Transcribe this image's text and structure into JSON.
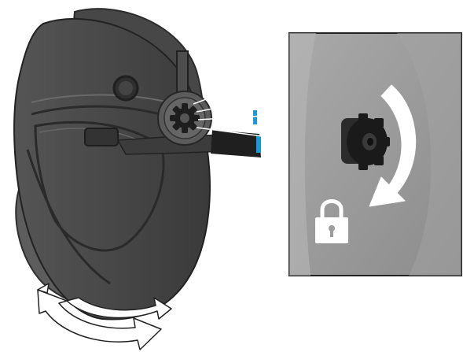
{
  "figure": {
    "type": "technical-illustration",
    "subject": "welding-helmet-side-view",
    "callout": "adjustment-knob-zoom",
    "icons": [
      "lock-icon",
      "rotate-clockwise-arrow-icon",
      "tilt-arrows-icon"
    ],
    "colors": {
      "helmet_dark": "#3b3b3b",
      "helmet_mid": "#4a4a4a",
      "helmet_light": "#5a5a5a",
      "inset_bg": "#9d9d9d",
      "accent_blue": "#1d9ad6",
      "knob": "#2a2a2a",
      "white": "#ffffff"
    }
  }
}
